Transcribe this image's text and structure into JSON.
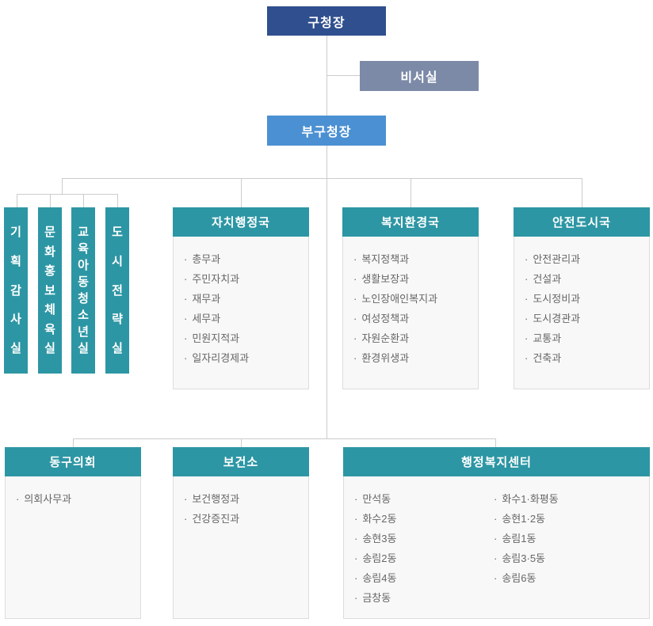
{
  "ui": {
    "bullet": "·"
  },
  "colors": {
    "mayor_navy": "#2F4F8E",
    "secretary_gray_blue": "#7C8AA8",
    "vice_mayor_blue": "#4B90D2",
    "teal": "#2D96A4",
    "panel_bg": "#F8F8F8",
    "panel_border": "#DDDDDD",
    "connector_line": "#CCCCCC",
    "item_text": "#666666"
  },
  "top": {
    "mayor": "구청장",
    "secretary": "비서실",
    "vice_mayor": "부구청장"
  },
  "staff_offices": [
    {
      "name": "기획감사실",
      "chars": [
        "기",
        "획",
        "감",
        "사",
        "실"
      ]
    },
    {
      "name": "문화홍보체육실",
      "chars": [
        "문",
        "화",
        "홍",
        "보",
        "체",
        "육",
        "실"
      ]
    },
    {
      "name": "교육아동청소년실",
      "chars": [
        "교",
        "육",
        "아",
        "동",
        "청",
        "소",
        "년",
        "실"
      ]
    },
    {
      "name": "도시전략실",
      "chars": [
        "도",
        "시",
        "전",
        "략",
        "실"
      ]
    }
  ],
  "departments": [
    {
      "title": "자치행정국",
      "items": [
        "총무과",
        "주민자치과",
        "재무과",
        "세무과",
        "민원지적과",
        "일자리경제과"
      ]
    },
    {
      "title": "복지환경국",
      "items": [
        "복지정책과",
        "생활보장과",
        "노인장애인복지과",
        "여성정책과",
        "자원순환과",
        "환경위생과"
      ]
    },
    {
      "title": "안전도시국",
      "items": [
        "안전관리과",
        "건설과",
        "도시정비과",
        "도시경관과",
        "교통과",
        "건축과"
      ]
    }
  ],
  "bottom_row": [
    {
      "title": "동구의회",
      "items": [
        "의회사무과"
      ]
    },
    {
      "title": "보건소",
      "items": [
        "보건행정과",
        "건강증진과"
      ]
    },
    {
      "title": "행정복지센터",
      "items_left": [
        "만석동",
        "화수2동",
        "송현3동",
        "송림2동",
        "송림4동",
        "금창동"
      ],
      "items_right": [
        "화수1·화평동",
        "송현1·2동",
        "송림1동",
        "송림3·5동",
        "송림6동"
      ]
    }
  ]
}
